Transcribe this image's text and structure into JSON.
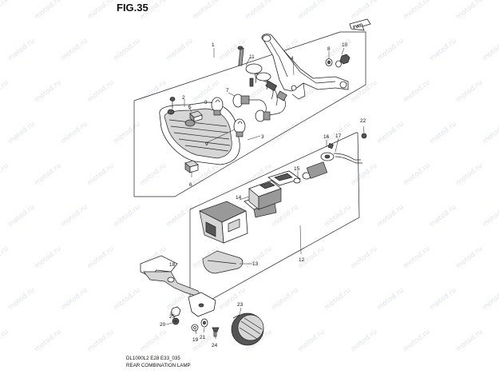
{
  "figure": {
    "title": "FIG.35",
    "model_code": "DL1000L2 E28 E33_035",
    "caption": "REAR COMBINATION LAMP",
    "front_marker": "FWD",
    "watermark": "motod.ru"
  },
  "callouts": [
    {
      "id": "1",
      "label": "1"
    },
    {
      "id": "2",
      "label": "2"
    },
    {
      "id": "3",
      "label": "3"
    },
    {
      "id": "4",
      "label": "4"
    },
    {
      "id": "5",
      "label": "5"
    },
    {
      "id": "6",
      "label": "6"
    },
    {
      "id": "7",
      "label": "7"
    },
    {
      "id": "8",
      "label": "8"
    },
    {
      "id": "9a",
      "label": "9"
    },
    {
      "id": "9b",
      "label": "9"
    },
    {
      "id": "10",
      "label": "10"
    },
    {
      "id": "11",
      "label": "11"
    },
    {
      "id": "12",
      "label": "12"
    },
    {
      "id": "13",
      "label": "13"
    },
    {
      "id": "14",
      "label": "14"
    },
    {
      "id": "15",
      "label": "15"
    },
    {
      "id": "16",
      "label": "16"
    },
    {
      "id": "17",
      "label": "17"
    },
    {
      "id": "18",
      "label": "18"
    },
    {
      "id": "19",
      "label": "19"
    },
    {
      "id": "20",
      "label": "20"
    },
    {
      "id": "21",
      "label": "21"
    },
    {
      "id": "22",
      "label": "22"
    },
    {
      "id": "23",
      "label": "23"
    },
    {
      "id": "24",
      "label": "24"
    },
    {
      "id": "25",
      "label": "25"
    }
  ]
}
